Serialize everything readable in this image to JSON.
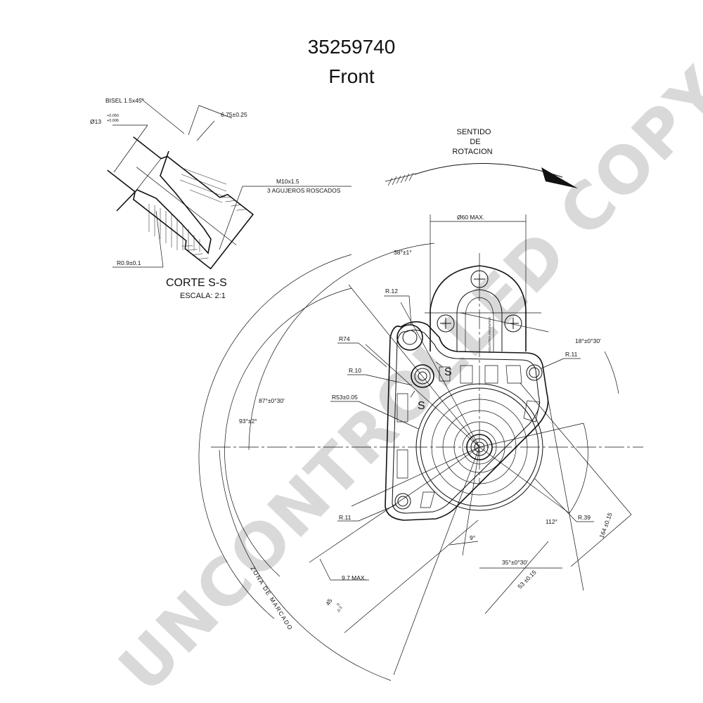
{
  "header": {
    "part_number": "35259740",
    "view": "Front"
  },
  "section": {
    "title": "CORTE S-S",
    "scale": "ESCALA: 2:1",
    "bevel": "BISEL 1.5x45°",
    "diameter": "Ø13",
    "tol_upper": "+0.050",
    "tol_lower": "+0.006",
    "depth": "6.75±0.25",
    "thread": "M10x1.5",
    "holes": "3 AGUJEROS ROSCADOS",
    "radius": "R0.9±0.1"
  },
  "rotation": {
    "line1": "SENTIDO",
    "line2": "DE",
    "line3": "ROTACION"
  },
  "dimensions": {
    "dia60": "Ø60 MAX.",
    "angle38": "38°±1°",
    "r12": "R.12",
    "r74": "R74",
    "r10": "R.10",
    "s_mark_1": "S",
    "s_mark_2": "S",
    "r53": "R53±0.05",
    "angle87": "87°±0°30'",
    "angle93": "93°±2°",
    "angle18": "18°±0°30'",
    "r11_top": "R.11",
    "r11_bottom": "R.11",
    "r39": "R.39",
    "angle112": "112°",
    "dim164": "164 ±0.15",
    "angle9": "9°",
    "angle35": "35°±0°30'",
    "dim53": "53 ±0.15",
    "dim97": "9.7 MAX.",
    "dim45": "45",
    "dim45_tol_upper": "0",
    "dim45_tol_lower": "-0.3",
    "zona": "ZONA DE MARCADO",
    "label_vertical": "INDUSTRIA ARGENTINA"
  },
  "watermark": "UNCONTROLLED COPY",
  "colors": {
    "line": "#111111",
    "watermark": "#d9d9d9",
    "background": "#ffffff"
  }
}
